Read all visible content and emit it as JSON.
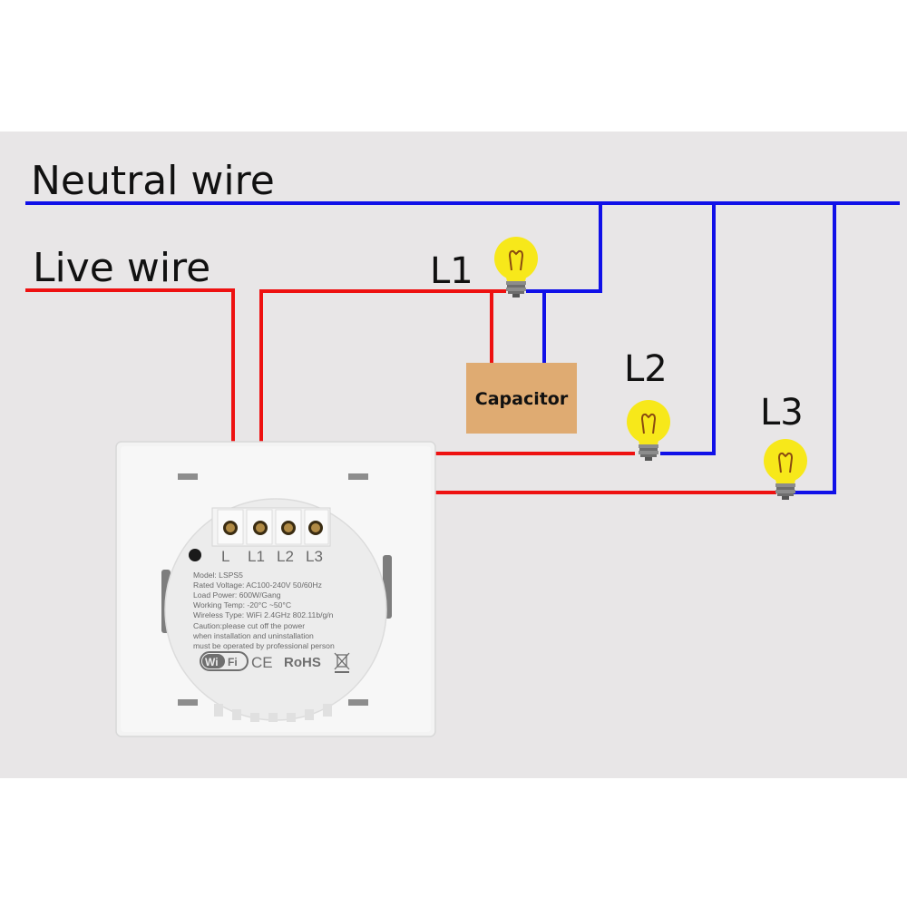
{
  "diagram": {
    "title_neutral": "Neutral wire",
    "title_live": "Live wire",
    "colors": {
      "neutral": "#1010e8",
      "live": "#ee1111",
      "capacitor": "#dfab72",
      "bulb": "#f7e81a",
      "background_panel": "#e8e6e7"
    },
    "loads": [
      {
        "id": "L1",
        "label": "L1"
      },
      {
        "id": "L2",
        "label": "L2"
      },
      {
        "id": "L3",
        "label": "L3"
      }
    ],
    "capacitor_label": "Capacitor",
    "switch": {
      "terminals": [
        "L",
        "L1",
        "L2",
        "L3"
      ],
      "spec_lines": [
        "Model: LSPS5",
        "Rated Voltage: AC100-240V 50/60Hz",
        "Load Power: 600W/Gang",
        "Working Temp: -20°C ~50°C",
        "Wireless Type: WiFi 2.4GHz 802.11b/g/n"
      ],
      "caution_lines": [
        "Caution:please cut off the power",
        "when installation and uninstallation",
        "must be operated by professional person"
      ],
      "cert_marks": {
        "wifi_left": "Wi",
        "wifi_right": "Fi",
        "ce": "CE",
        "rohs": "RoHS"
      }
    }
  }
}
